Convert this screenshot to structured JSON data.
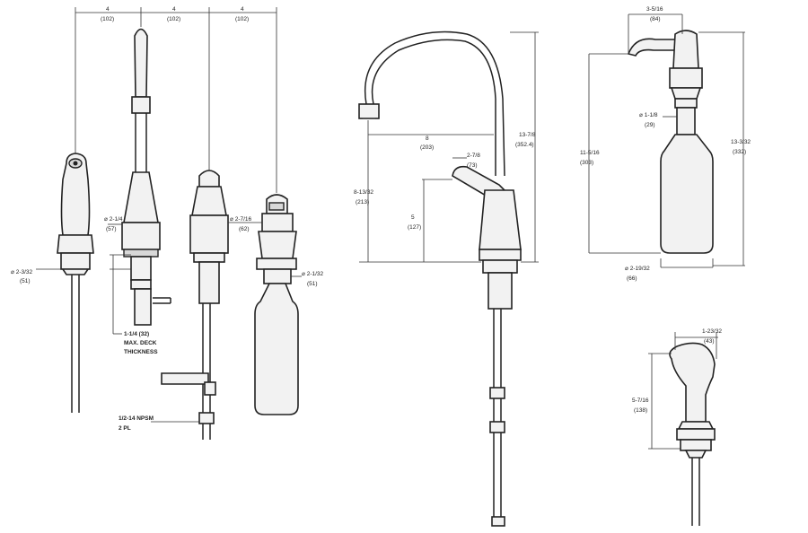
{
  "dimensions": {
    "top_spacing_1": "4",
    "top_spacing_1_mm": "(102)",
    "top_spacing_2": "4",
    "top_spacing_2_mm": "(102)",
    "top_spacing_3": "4",
    "top_spacing_3_mm": "(102)",
    "sprayer_dia": "⌀ 2-3/32",
    "sprayer_dia_mm": "(51)",
    "faucet_base_dia": "⌀ 2-1/4",
    "faucet_base_dia_mm": "(57)",
    "deck_thickness_1": "1-1/4  (32)",
    "deck_thickness_2": "MAX. DECK",
    "deck_thickness_3": "THICKNESS",
    "npsm_1": "1/2-14 NPSM",
    "npsm_2": "2 PL",
    "handle_dia": "⌀ 2-7/16",
    "handle_dia_mm": "(62)",
    "dispenser_small_dia": "⌀ 2-1/32",
    "dispenser_small_dia_mm": "(51)",
    "spout_reach": "8",
    "spout_reach_mm": "(203)",
    "overall_height": "13-7/8",
    "overall_height_mm": "(352.4)",
    "handle_offset": "2-7/8",
    "handle_offset_mm": "(73)",
    "spout_height": "8-13/32",
    "spout_height_mm": "(213)",
    "lever_height": "5",
    "lever_height_mm": "(127)",
    "soap_reach": "3-5/16",
    "soap_reach_mm": "(84)",
    "soap_shank_dia": "⌀ 1-1/8",
    "soap_shank_dia_mm": "(29)",
    "soap_below": "11-5/16",
    "soap_below_mm": "(303)",
    "soap_total": "13-3/32",
    "soap_total_mm": "(332)",
    "soap_bottle_dia": "⌀ 2-19/32",
    "soap_bottle_dia_mm": "(66)",
    "spray_top_width": "1-23/32",
    "spray_top_width_mm": "(43)",
    "spray_height": "5-7/16",
    "spray_height_mm": "(138)"
  },
  "colors": {
    "line": "#222222",
    "fill": "#f2f2f2",
    "background": "#ffffff"
  }
}
